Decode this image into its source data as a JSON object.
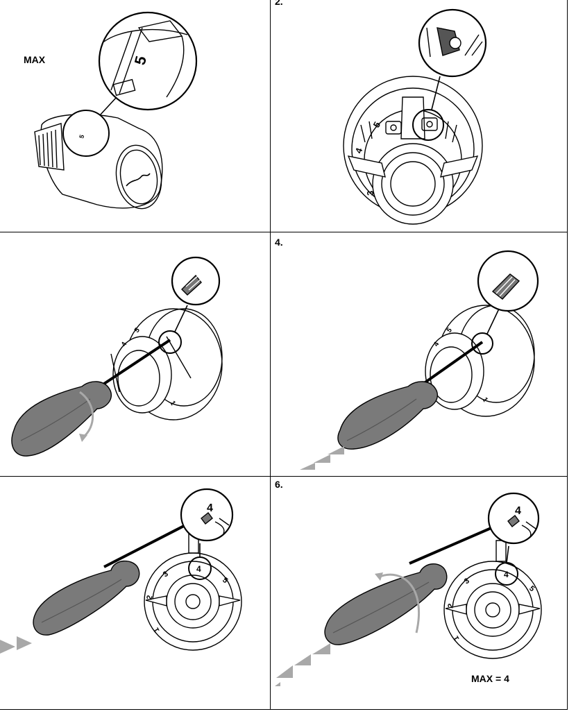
{
  "panels": [
    {
      "step": "",
      "label": "MAX",
      "dial_digit": "5"
    },
    {
      "step": "2.",
      "dial_digits": [
        "5",
        "4",
        "3"
      ]
    },
    {
      "step": "",
      "dial_digits": [
        "4",
        "5",
        "1"
      ]
    },
    {
      "step": "4.",
      "dial_digits": [
        "4",
        "5",
        "1"
      ]
    },
    {
      "step": "",
      "dial_digits": [
        "4",
        "3",
        "2",
        "1",
        "5"
      ]
    },
    {
      "step": "6.",
      "label": "MAX = 4",
      "dial_digits": [
        "4",
        "3",
        "2",
        "1",
        "5"
      ]
    }
  ],
  "colors": {
    "handle": "#7a7a7a",
    "arrow": "#a8a8a8",
    "line": "#000000"
  }
}
